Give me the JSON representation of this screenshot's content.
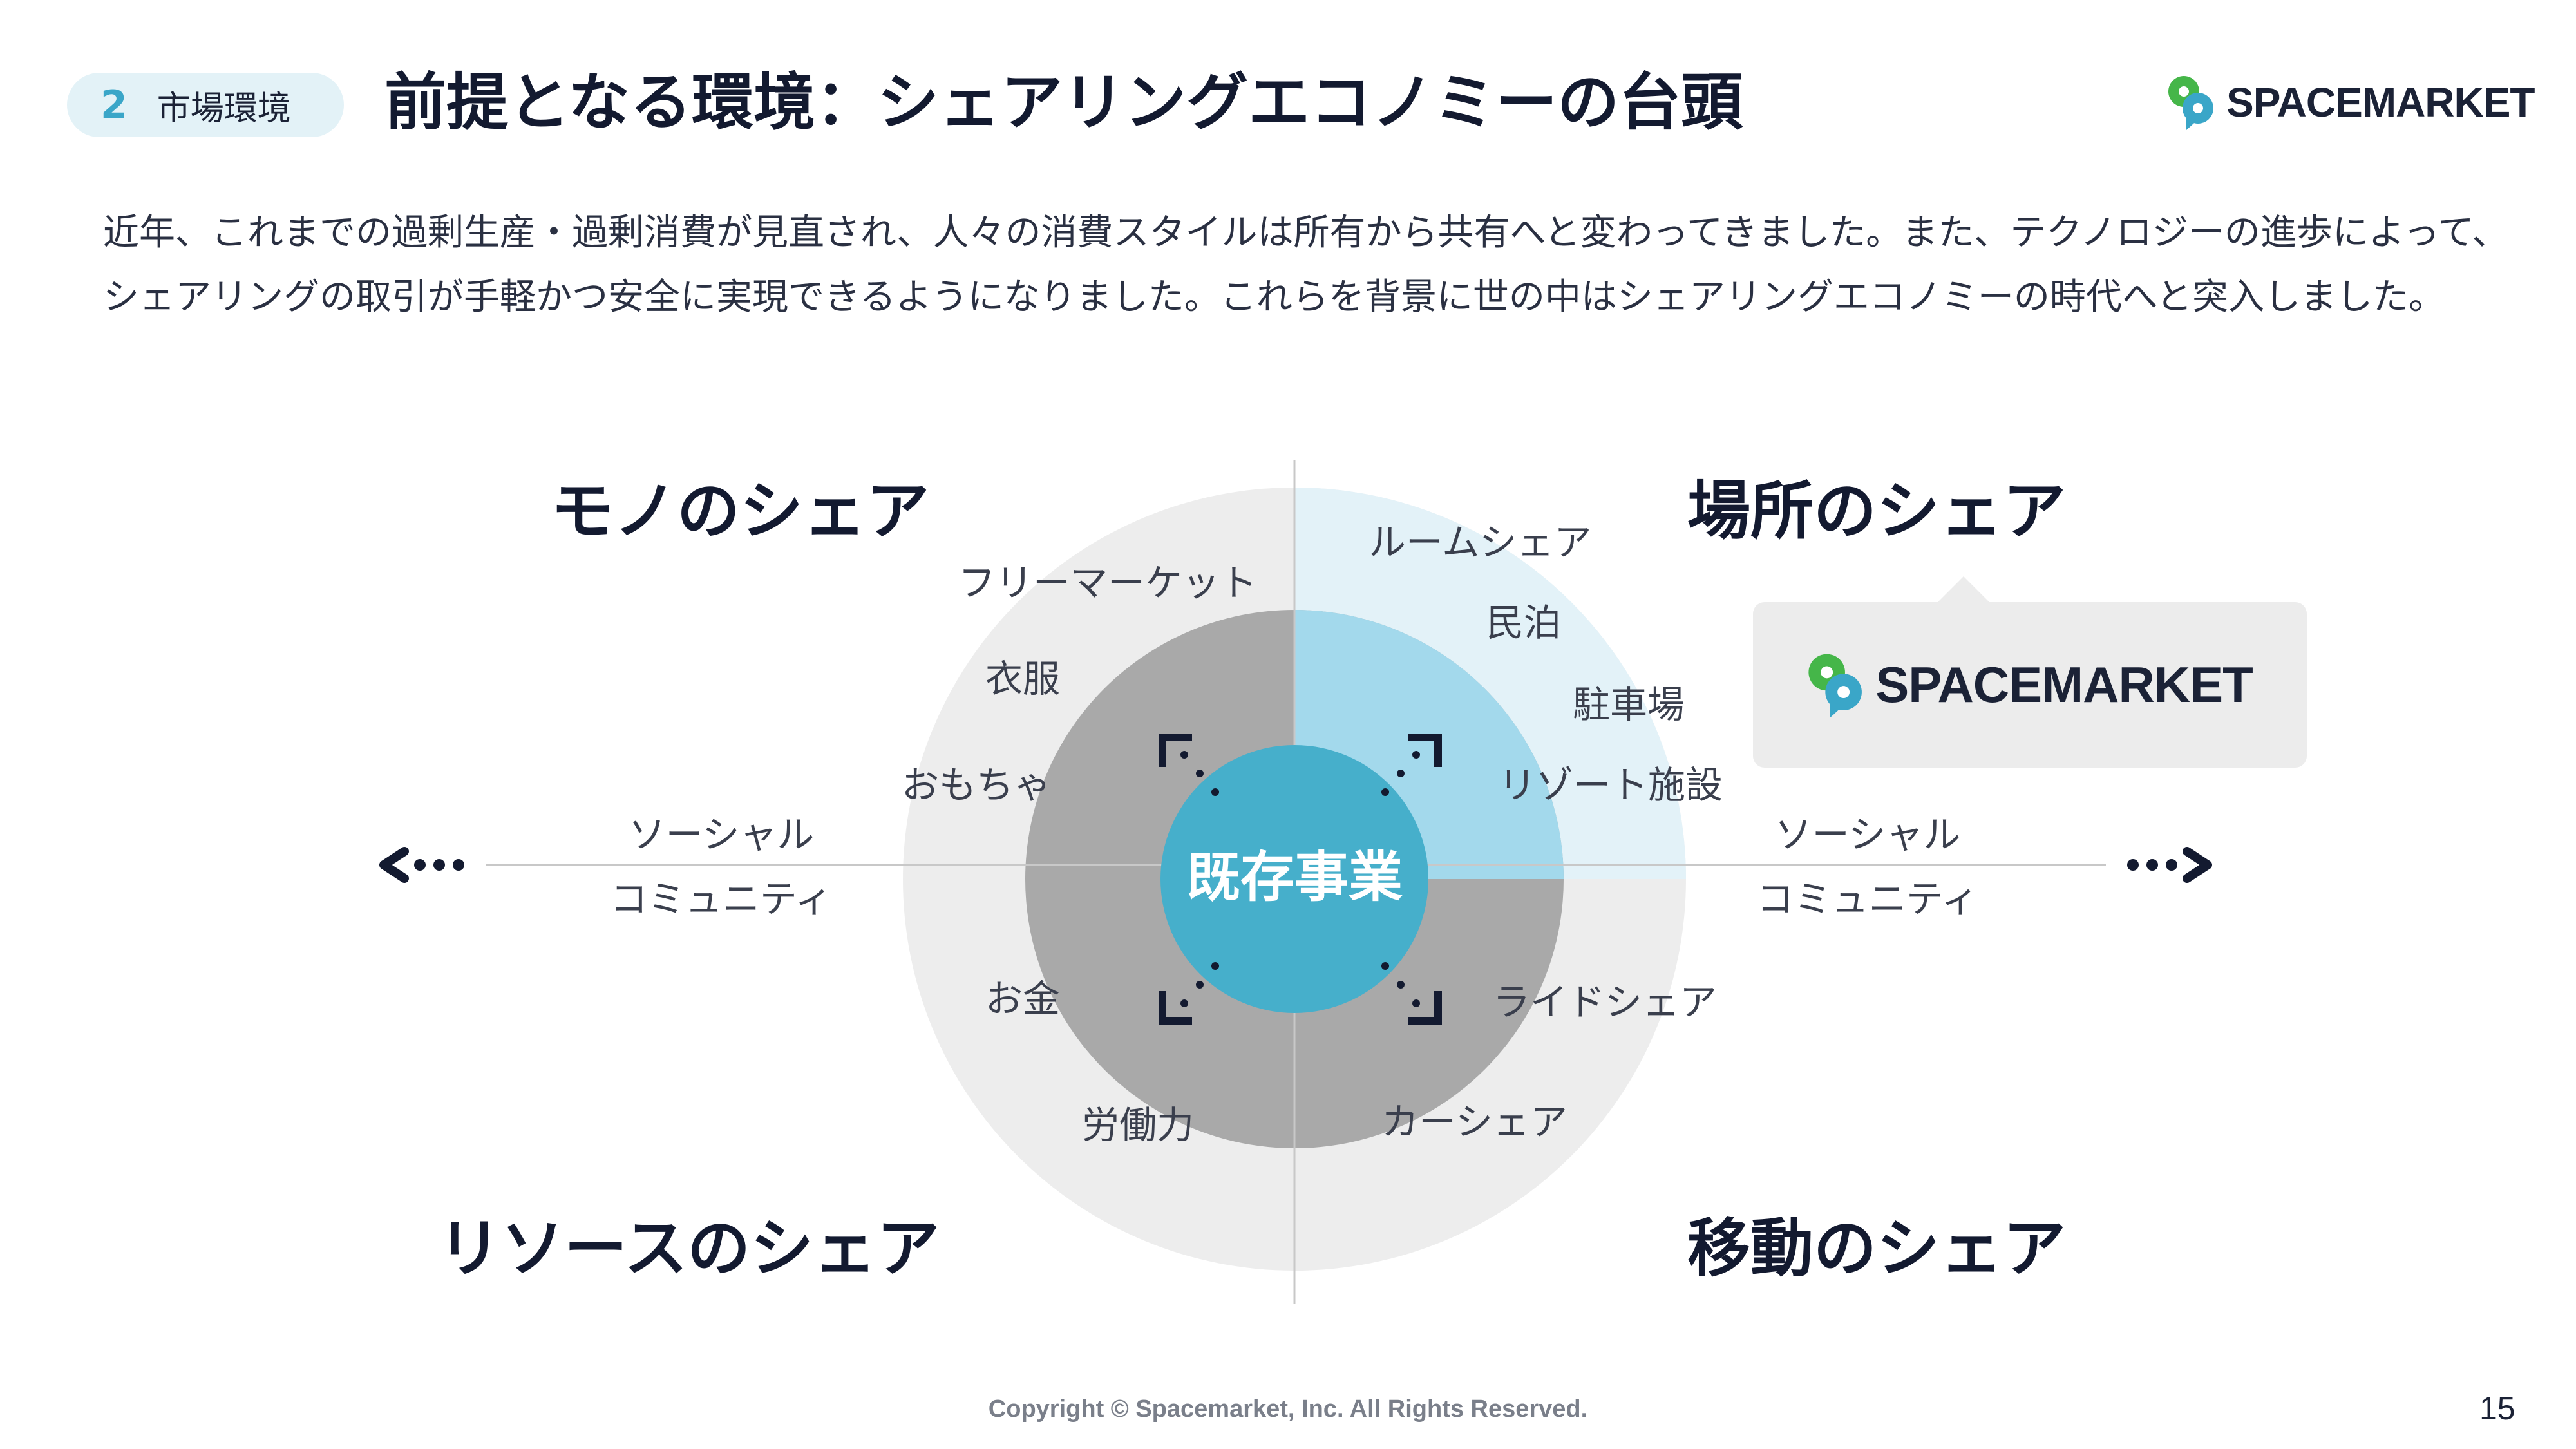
{
  "header": {
    "section_number": "2",
    "section_label": "市場環境",
    "title": "前提となる環境：シェアリングエコノミーの台頭",
    "logo_text": "SPACEMARKET"
  },
  "intro": {
    "line1": "近年、これまでの過剰生産・過剰消費が見直され、人々の消費スタイルは所有から共有へと変わってきました。また、テクノロジーの進歩によって、",
    "line2": "シェアリングの取引が手軽かつ安全に実現できるようになりました。これらを背景に世の中はシェアリングエコノミーの時代へと突入しました。"
  },
  "diagram": {
    "quadrants": {
      "top_left": "モノのシェア",
      "top_right": "場所のシェア",
      "bottom_left": "リソースのシェア",
      "bottom_right": "移動のシェア"
    },
    "items": {
      "flea_market": "フリーマーケット",
      "clothes": "衣服",
      "toys": "おもちゃ",
      "room_share": "ルームシェア",
      "minpaku": "民泊",
      "parking": "駐車場",
      "resort": "リゾート施設",
      "money": "お金",
      "labor": "労働力",
      "ride_share": "ライドシェア",
      "car_share": "カーシェア"
    },
    "core_label": "既存事業",
    "axis_left": {
      "line1": "ソーシャル",
      "line2": "コミュニティ"
    },
    "axis_right": {
      "line1": "ソーシャル",
      "line2": "コミュニティ"
    },
    "callout_logo": "SPACEMARKET",
    "colors": {
      "outer_circle": "#ededed",
      "place_outer": "#e3f2f8",
      "middle_circle": "#a9a9a9",
      "place_middle": "#a3d9ec",
      "core": "#46afcb",
      "title": "#131a30",
      "logo_blue": "#3aa6c8",
      "logo_green": "#45b649"
    }
  },
  "footer": {
    "copyright": "Copyright © Spacemarket, Inc. All Rights Reserved.",
    "page_number": "15"
  }
}
